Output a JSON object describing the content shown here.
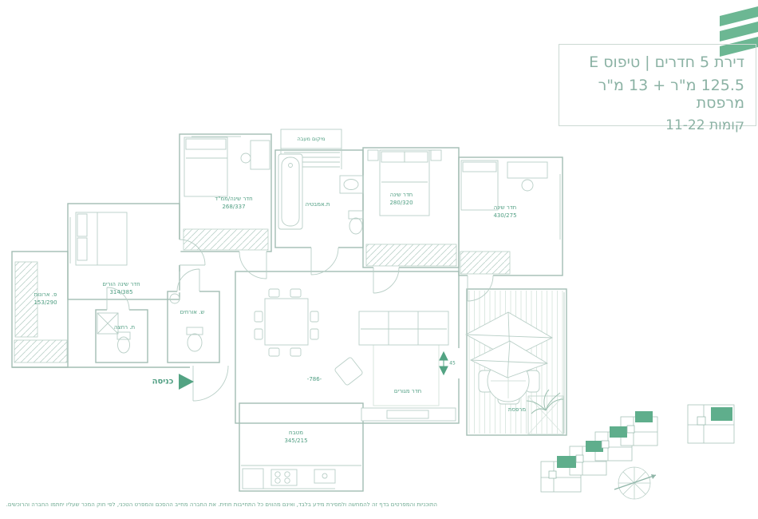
{
  "header": {
    "title_line1": "דירת 5 חדרים | טיפוס E",
    "title_line2": "125.5 מ\"ר + 13 מ\"ר מרפסת",
    "title_line3": "קומות 11-22"
  },
  "plan": {
    "rooms": {
      "safe_bedroom": {
        "label": "חדר שינה/ממ\"ד",
        "dims": "268/337"
      },
      "bathroom": {
        "label": "ת.אמבטיה"
      },
      "bedroom_middle": {
        "label": "חדר שינה",
        "dims": "280/320"
      },
      "bedroom_right": {
        "label": "חדר שינה",
        "dims": "430/275"
      },
      "master_bedroom": {
        "label": "חדר שינה הורים",
        "dims": "314/385"
      },
      "closet_corner": {
        "label": "פ. ארונות",
        "dims": "153/290"
      },
      "shower_room": {
        "label": "ת. רחצה"
      },
      "guest_toilet": {
        "label": "ש. אורחים"
      },
      "living_room": {
        "label": "חדר מגורים"
      },
      "kitchen": {
        "label": "מטבח",
        "dims": "345/215"
      },
      "balcony": {
        "label": "מרפסת"
      },
      "ac_location": {
        "label": "מיקום מעבה"
      },
      "entrance": {
        "label": "כניסה"
      }
    },
    "dimensions": {
      "living_width": "-786-",
      "balcony_opening": "45"
    }
  },
  "colors": {
    "brand_green": "#6cb793",
    "highlight_green": "#5fae8c",
    "wall_line": "#a3bdb3",
    "label_green": "#4f9e82"
  },
  "footer": {
    "disclaimer": "התוכניות והמפרטים בדף זה להמחשה ולמסירת מידע בלבד, ואינם מהווים כל התחייבות חוזית. את החברה מחייב ההסכם והמפרט הטכני, לפי חוק המכר שעליו יחתמו החברה והרוכשים."
  }
}
